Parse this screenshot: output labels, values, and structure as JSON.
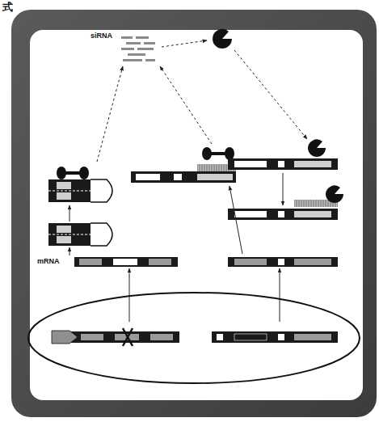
{
  "diagram": {
    "labels": [
      "式",
      "siRNA",
      "mRNA"
    ]
  }
}
